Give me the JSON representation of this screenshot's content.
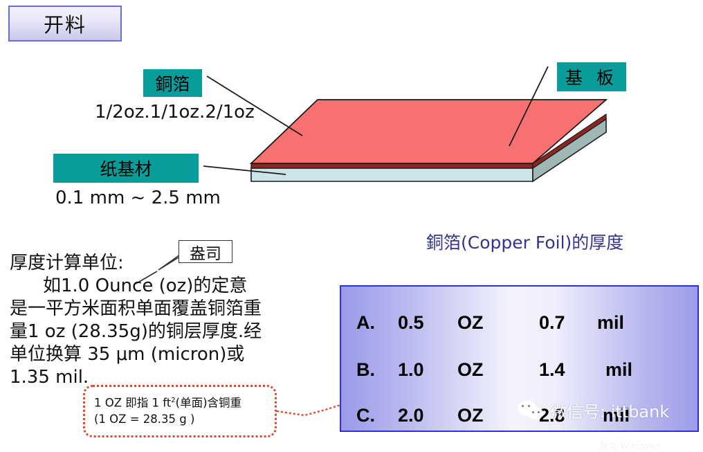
{
  "title": {
    "text": "开料"
  },
  "diagram": {
    "labels": {
      "copper_foil": "銅箔",
      "paper_base": "纸基材",
      "substrate": "基 板"
    },
    "annotations": {
      "copper_oz": "1/2oz.1/1oz.2/1oz",
      "base_thickness": "0.1 mm ~ 2.5 mm"
    },
    "colors": {
      "label_teal": "#089d9b",
      "copper_top": "#f6716f",
      "copper_edge": "#8f2420",
      "base_face": "#cde4e8",
      "base_side": "#9fb7b5"
    }
  },
  "calc": {
    "heading": "厚度计算单位:",
    "lines": [
      "如1.0 Ounce (oz)的定意",
      "是一平方米面积单面覆盖铜箔重",
      "量1 oz (28.35g)的铜层厚度.经",
      "单位换算 35 μm (micron)或",
      "1.35 mil."
    ],
    "callout_ounce": "盎司"
  },
  "note": {
    "line1_pre": "1 OZ 即指 1 ft",
    "line1_sup": "2",
    "line1_post": "(单面)含铜重",
    "line2": "(1 OZ = 28.35 g )",
    "border_color": "#e2472a"
  },
  "foil_section": {
    "heading": "銅箔(Copper Foil)的厚度",
    "heading_color": "#33348e",
    "table": {
      "border_color": "#2d2df0",
      "columns": [
        "key",
        "weight",
        "weight_unit",
        "thickness",
        "thickness_unit"
      ],
      "rows": [
        {
          "key": "A.",
          "weight": "0.5",
          "weight_unit": "OZ",
          "thickness": "0.7",
          "thickness_unit": "mil"
        },
        {
          "key": "B.",
          "weight": "1.0",
          "weight_unit": "OZ",
          "thickness": "1.4",
          "thickness_unit": "mil"
        },
        {
          "key": "C.",
          "weight": "2.0",
          "weight_unit": "OZ",
          "thickness": "2.8",
          "thickness_unit": "mil"
        }
      ]
    }
  },
  "watermark": {
    "text": "微信号: ittbank",
    "icon": "wechat-icon"
  },
  "bottom_note": {
    "text": "激活 Windows"
  }
}
